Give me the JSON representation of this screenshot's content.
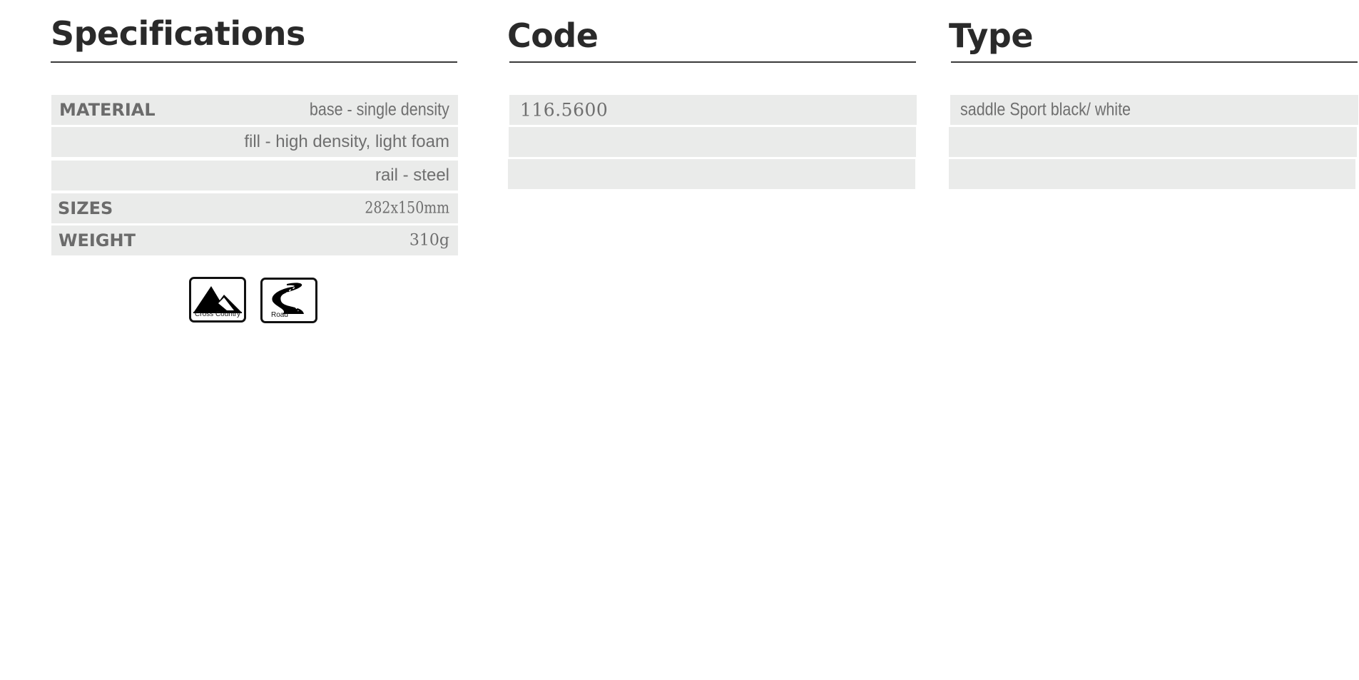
{
  "specifications": {
    "title": "Specifications",
    "rows": [
      {
        "label": "MATERIAL",
        "value": "base - single density"
      },
      {
        "label": "",
        "value": "fill - high density, light foam"
      },
      {
        "label": "",
        "value": "rail - steel"
      },
      {
        "label": "SIZES",
        "value": "282x150mm"
      },
      {
        "label": "WEIGHT",
        "value": "310g"
      }
    ],
    "badges": [
      {
        "icon": "mountain-icon",
        "caption": "Cross Country"
      },
      {
        "icon": "winding-road-icon",
        "caption": "Road"
      }
    ]
  },
  "code": {
    "title": "Code",
    "rows": [
      "116.5600",
      "",
      ""
    ]
  },
  "type": {
    "title": "Type",
    "rows": [
      "saddle Sport black/ white",
      "",
      ""
    ]
  }
}
